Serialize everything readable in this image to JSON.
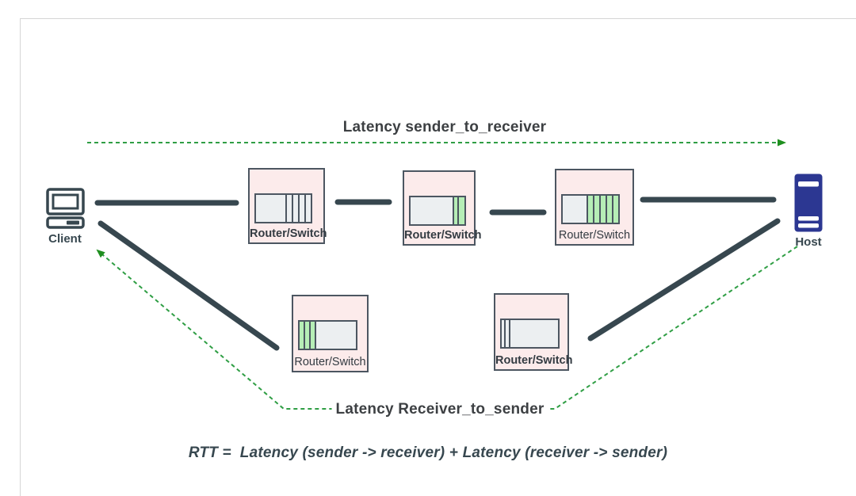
{
  "labels": {
    "top_latency": "Latency sender_to_receiver",
    "bottom_latency": "Latency Receiver_to_sender",
    "rtt_formula": "RTT =  Latency (sender -> receiver) + Latency (receiver -> sender)"
  },
  "client": {
    "label": "Client"
  },
  "host": {
    "label": "Host"
  },
  "routers": [
    {
      "label": "Router/Switch",
      "bold": true,
      "slots": [
        {
          "state": "free",
          "w": 50
        },
        {
          "state": "free",
          "w": 12.5
        },
        {
          "state": "free",
          "w": 12.5
        },
        {
          "state": "free",
          "w": 12.5
        },
        {
          "state": "free",
          "w": 12.5
        }
      ]
    },
    {
      "label": "Router/Switch",
      "bold": true,
      "slots": [
        {
          "state": "free",
          "w": 75
        },
        {
          "state": "packet",
          "w": 11
        },
        {
          "state": "packet",
          "w": 14
        }
      ]
    },
    {
      "label": "Router/Switch",
      "bold": false,
      "slots": [
        {
          "state": "free",
          "w": 40
        },
        {
          "state": "packet",
          "w": 12
        },
        {
          "state": "packet",
          "w": 12
        },
        {
          "state": "packet",
          "w": 12
        },
        {
          "state": "packet",
          "w": 12
        },
        {
          "state": "packet",
          "w": 12
        }
      ]
    },
    {
      "label": "Router/Switch",
      "bold": false,
      "slots": [
        {
          "state": "packet",
          "w": 11
        },
        {
          "state": "packet",
          "w": 11
        },
        {
          "state": "packet",
          "w": 11
        },
        {
          "state": "free",
          "w": 67
        }
      ]
    },
    {
      "label": "Router/Switch",
      "bold": true,
      "slots": [
        {
          "state": "free",
          "w": 9
        },
        {
          "state": "free",
          "w": 10
        },
        {
          "state": "free",
          "w": 81
        }
      ]
    }
  ],
  "colors": {
    "dark_slate": "#37474F",
    "host_navy": "#2c3792",
    "node_pink_bg": "#fcebeb",
    "node_border": "#4c5661",
    "queue_bg": "#eceff1",
    "packet_green": "#b6eeb6",
    "arrow_green": "#2f9e44",
    "frame_border": "#d6d6d6",
    "label_dark": "#3d4043"
  }
}
